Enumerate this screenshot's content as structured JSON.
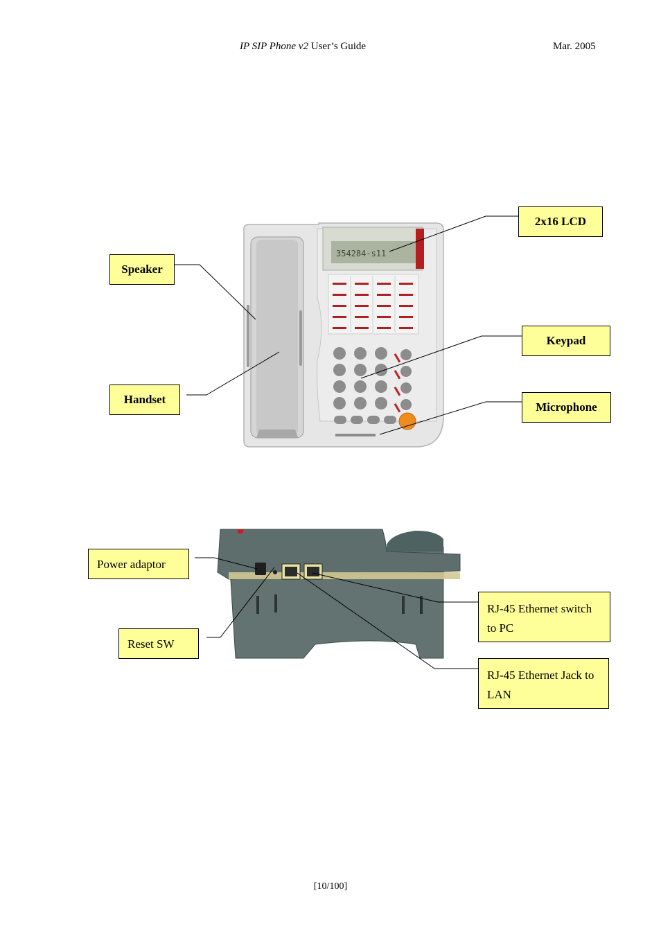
{
  "header": {
    "title_italic": "IP SIP Phone v2",
    "title_rest": " User’s Guide",
    "date": "Mar. 2005"
  },
  "top_figure": {
    "lcd_display_text": "354284-s11",
    "callouts": {
      "lcd": "2x16 LCD",
      "speaker": "Speaker",
      "keypad": "Keypad",
      "handset": "Handset",
      "microphone": "Microphone"
    }
  },
  "side_figure": {
    "callouts": {
      "power": "Power adaptor",
      "reset": "Reset SW",
      "rj45_pc": "RJ-45 Ethernet switch to PC",
      "rj45_lan": "RJ-45 Ethernet Jack to LAN"
    }
  },
  "footer": {
    "page": "[10/100]"
  },
  "colors": {
    "callout_fill": "#ffff99",
    "phone_body": "#e2e2e2",
    "side_body": "#5e6e6d"
  }
}
